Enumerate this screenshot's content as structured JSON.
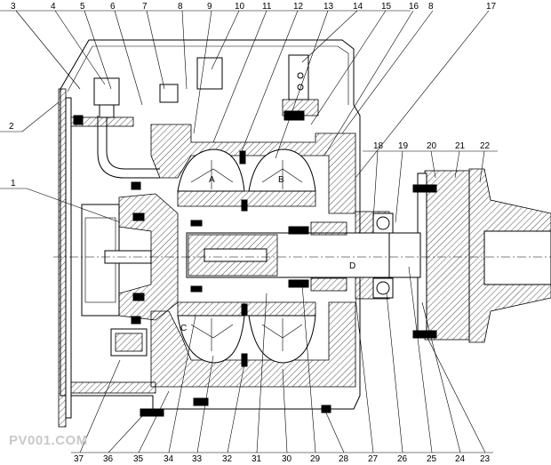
{
  "part_numbers_top": [
    "3",
    "4",
    "5",
    "6",
    "7",
    "8",
    "9",
    "10",
    "11",
    "12",
    "13",
    "14",
    "15",
    "16",
    "8",
    "17"
  ],
  "part_numbers_left": [
    "2",
    "1"
  ],
  "part_numbers_right": [
    "18",
    "19",
    "20",
    "21",
    "22"
  ],
  "part_numbers_bottom": [
    "37",
    "36",
    "35",
    "34",
    "33",
    "32",
    "31",
    "30",
    "29",
    "28",
    "27",
    "26",
    "25",
    "24",
    "23"
  ],
  "section_letters": [
    "A",
    "B",
    "C",
    "D"
  ],
  "watermark": "PV001.COM"
}
